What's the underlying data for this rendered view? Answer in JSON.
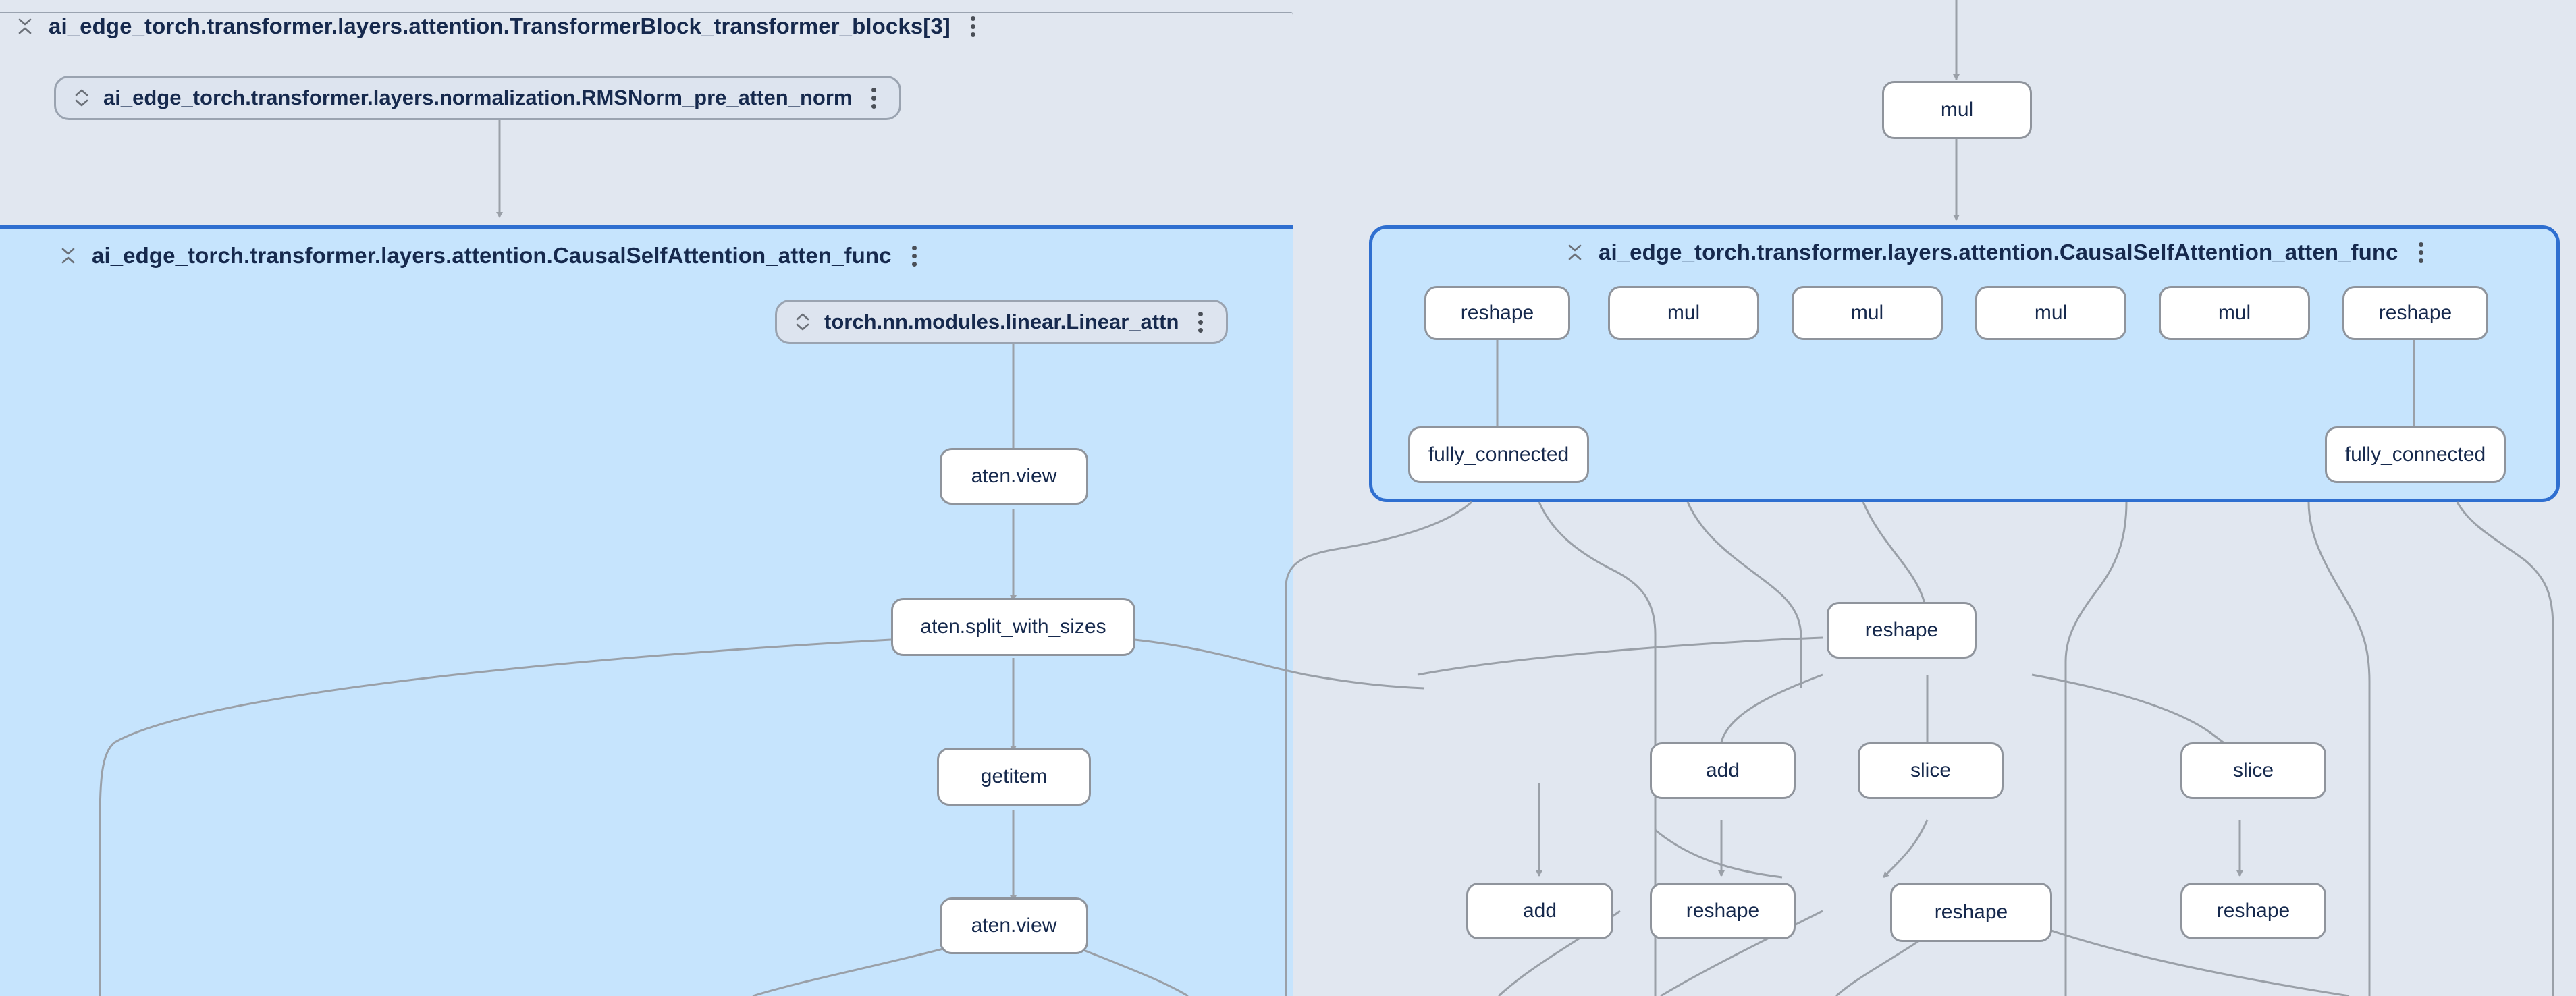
{
  "theme": {
    "background": "#e1e7f0",
    "panel_background": "#e1e7f0",
    "selection_fill": "#c6e4fd",
    "selection_border": "#2f6fd0",
    "node_fill": "#ffffff",
    "node_border": "#8f949c",
    "text_color": "#16294d",
    "edge_color": "#9aa0a8"
  },
  "icons": {
    "collapse": "collapse-chevrons-icon",
    "expand": "expand-chevrons-icon",
    "menu": "more-vertical-icon"
  },
  "graph": {
    "panels": [
      {
        "id": "transformer_block",
        "title": "ai_edge_torch.transformer.layers.attention.TransformerBlock_transformer_blocks[3]",
        "icon": "collapse",
        "selected": false
      },
      {
        "id": "causal_self_attention_left",
        "title": "ai_edge_torch.transformer.layers.attention.CausalSelfAttention_atten_func",
        "icon": "collapse",
        "selected": true
      },
      {
        "id": "causal_self_attention_right",
        "title": "ai_edge_torch.transformer.layers.attention.CausalSelfAttention_atten_func",
        "icon": "collapse",
        "selected": true
      }
    ],
    "modules": [
      {
        "id": "rmsnorm_pre_atten_norm",
        "title": "ai_edge_torch.transformer.layers.normalization.RMSNorm_pre_atten_norm",
        "icon": "expand"
      },
      {
        "id": "linear_attn",
        "title": "torch.nn.modules.linear.Linear_attn",
        "icon": "expand"
      }
    ],
    "nodes": [
      {
        "id": "mul_top",
        "label": "mul"
      },
      {
        "id": "reshape_r1",
        "label": "reshape"
      },
      {
        "id": "mul_r1",
        "label": "mul"
      },
      {
        "id": "mul_r2",
        "label": "mul"
      },
      {
        "id": "mul_r3",
        "label": "mul"
      },
      {
        "id": "mul_r4",
        "label": "mul"
      },
      {
        "id": "reshape_r2",
        "label": "reshape"
      },
      {
        "id": "fc_left",
        "label": "fully_connected"
      },
      {
        "id": "fc_right",
        "label": "fully_connected"
      },
      {
        "id": "aten_view_1",
        "label": "aten.view"
      },
      {
        "id": "split_sizes",
        "label": "aten.split_with_sizes"
      },
      {
        "id": "getitem",
        "label": "getitem"
      },
      {
        "id": "aten_view_2",
        "label": "aten.view"
      },
      {
        "id": "reshape_mid",
        "label": "reshape"
      },
      {
        "id": "add_1",
        "label": "add"
      },
      {
        "id": "slice_1",
        "label": "slice"
      },
      {
        "id": "slice_2",
        "label": "slice"
      },
      {
        "id": "add_2",
        "label": "add"
      },
      {
        "id": "reshape_b1",
        "label": "reshape"
      },
      {
        "id": "reshape_b2",
        "label": "reshape"
      },
      {
        "id": "reshape_b3",
        "label": "reshape"
      }
    ]
  }
}
